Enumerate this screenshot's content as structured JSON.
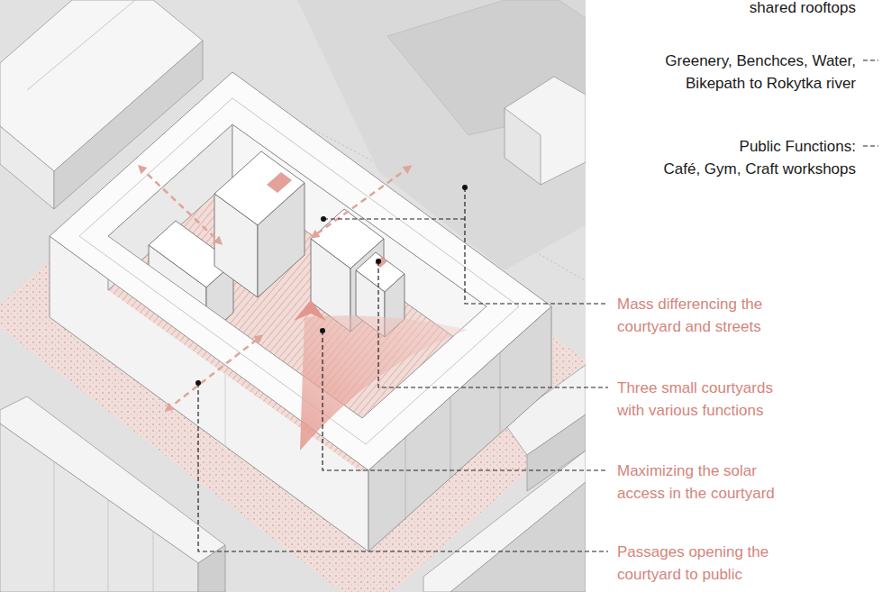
{
  "diagram": {
    "labels": [
      "shared rooftops",
      "Greenery, Benchces, Water, Bikepath to Rokytka river",
      "Public Functions:",
      "Café, Gym, Craft workshops",
      "Mass differencing the courtyard and streets",
      "Three small courtyards with various functions",
      "Maximizing the solar access in the courtyard",
      "Passages opening the courtyard to public"
    ]
  }
}
